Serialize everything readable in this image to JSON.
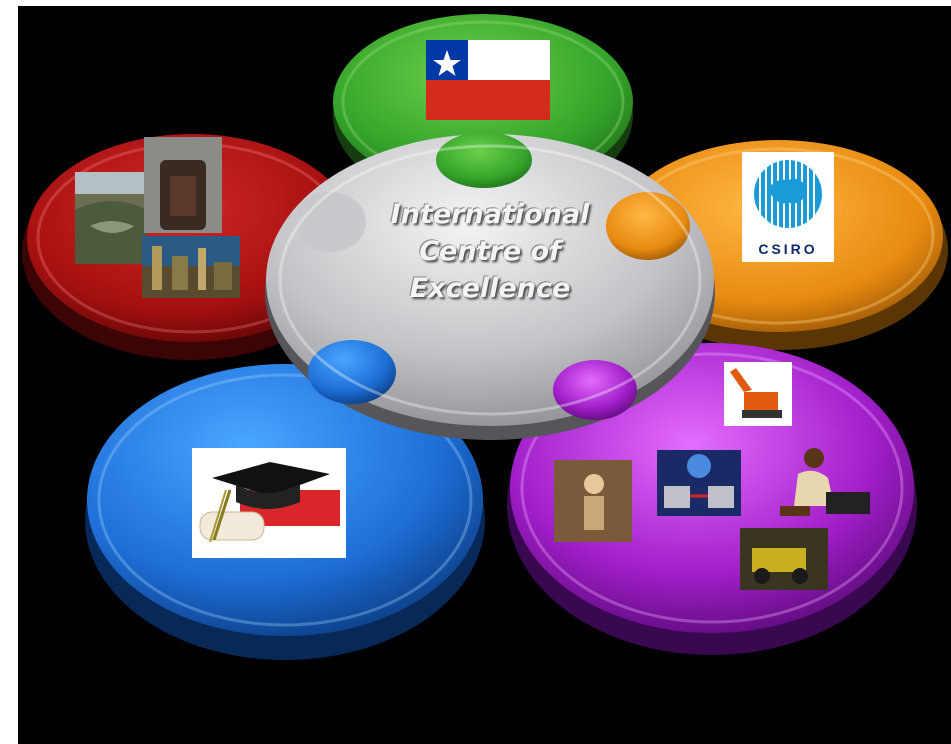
{
  "center": {
    "line1": "International",
    "line2": "Centre of",
    "line3": "Excellence"
  },
  "csiro_logo": {
    "text": "CSIRO"
  },
  "colors": {
    "background": "#000000",
    "piece_green": "#3fa32a",
    "piece_orange": "#e88a10",
    "piece_red": "#a61010",
    "piece_blue": "#1e6fd8",
    "piece_purple": "#a01ec8",
    "piece_center": "#c8c8cc"
  },
  "icons": {
    "green": "chile-flag",
    "orange": "csiro-logo",
    "red": "mining-photos",
    "blue": "graduation-cap-diploma",
    "purple": "mining-equipment-and-people"
  }
}
